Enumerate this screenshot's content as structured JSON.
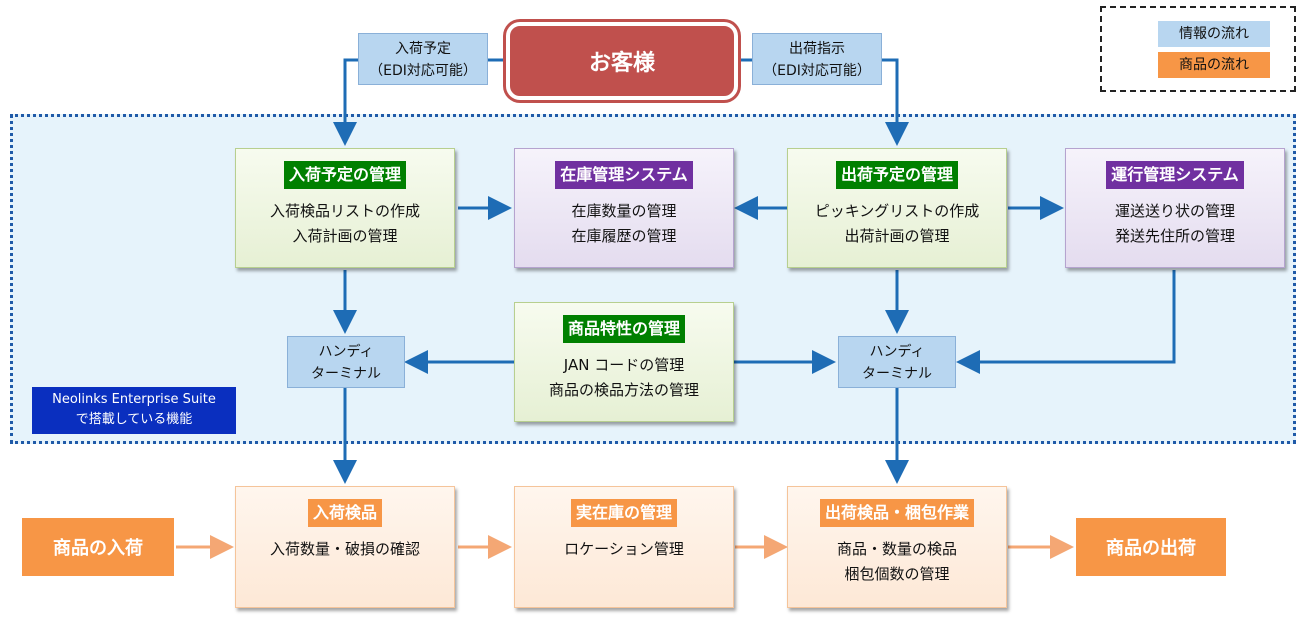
{
  "customer": "お客様",
  "edi_in": {
    "line1": "入荷予定",
    "line2": "（EDI対応可能）"
  },
  "edi_out": {
    "line1": "出荷指示",
    "line2": "（EDI対応可能）"
  },
  "legend": {
    "info": "情報の流れ",
    "goods": "商品の流れ"
  },
  "colors": {
    "info_flow": "#1e6cb5",
    "goods_flow": "#f4a774",
    "region_border": "#1f5aa8",
    "customer": "#c0504d"
  },
  "suite_label": {
    "line1": "Neolinks Enterprise Suite",
    "line2": "で搭載している機能"
  },
  "inbound_plan": {
    "title": "入荷予定の管理",
    "lines": [
      "入荷検品リストの作成",
      "入荷計画の管理"
    ]
  },
  "inventory_system": {
    "title": "在庫管理システム",
    "lines": [
      "在庫数量の管理",
      "在庫履歴の管理"
    ]
  },
  "outbound_plan": {
    "title": "出荷予定の管理",
    "lines": [
      "ピッキングリストの作成",
      "出荷計画の管理"
    ]
  },
  "operation_system": {
    "title": "運行管理システム",
    "lines": [
      "運送送り状の管理",
      "発送先住所の管理"
    ]
  },
  "product_attr": {
    "title": "商品特性の管理",
    "lines": [
      "JAN コードの管理",
      "商品の検品方法の管理"
    ]
  },
  "handy_left": {
    "line1": "ハンディ",
    "line2": "ターミナル"
  },
  "handy_right": {
    "line1": "ハンディ",
    "line2": "ターミナル"
  },
  "inbound_inspect": {
    "title": "入荷検品",
    "lines": [
      "入荷数量・破損の確認"
    ]
  },
  "actual_stock": {
    "title": "実在庫の管理",
    "lines": [
      "ロケーション管理"
    ]
  },
  "outbound_inspect": {
    "title": "出荷検品・梱包作業",
    "lines": [
      "商品・数量の検品",
      "梱包個数の管理"
    ]
  },
  "goods_in": "商品の入荷",
  "goods_out": "商品の出荷"
}
